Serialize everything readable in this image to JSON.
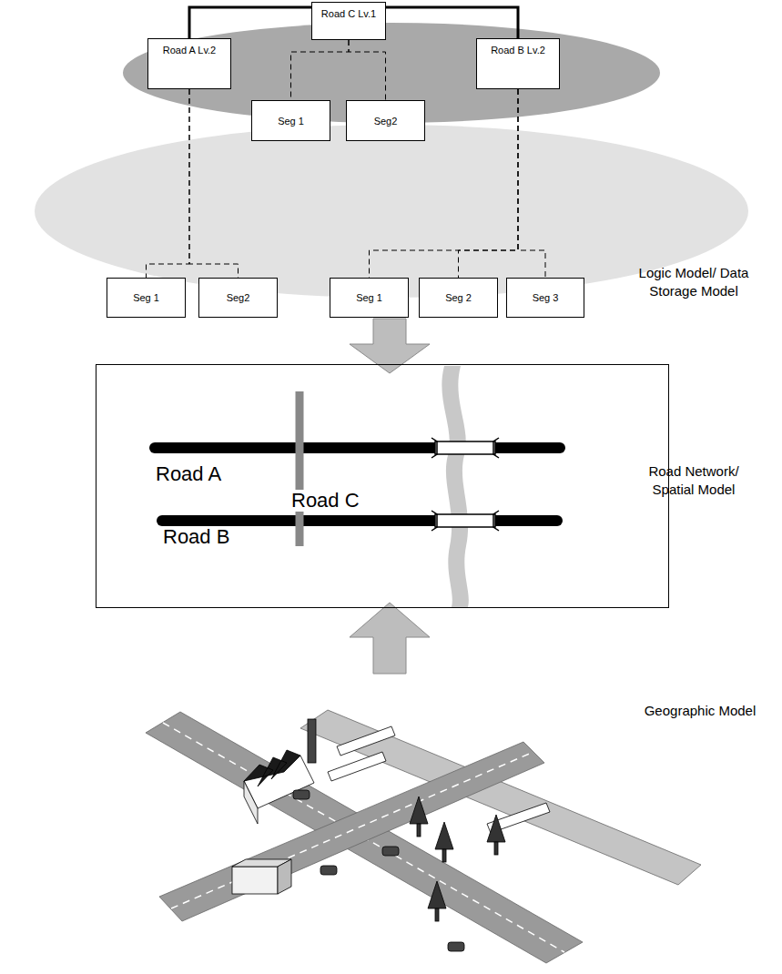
{
  "diagram": {
    "nodes": [
      {
        "text": [
          "Road C Lv.1"
        ]
      },
      {
        "text": [
          "Road A Lv.2"
        ]
      },
      {
        "text": [
          "Road B Lv.2"
        ]
      },
      {
        "text": [
          "Seg 1"
        ]
      },
      {
        "text": [
          "Seg2"
        ]
      },
      {
        "text": [
          "Seg 1"
        ]
      },
      {
        "text": [
          "Seg2"
        ]
      },
      {
        "text": [
          "Seg 1"
        ]
      },
      {
        "text": [
          "Seg 2"
        ]
      },
      {
        "text": [
          "Seg 3"
        ]
      },
      {
        "text": [
          "Road A",
          "Road C",
          "Road B"
        ]
      }
    ],
    "edges": [
      {
        "from": 0,
        "to": 1,
        "arrow": "none"
      },
      {
        "from": 0,
        "to": 2,
        "arrow": "none"
      },
      {
        "from": 0,
        "to": 3,
        "arrow": "none"
      },
      {
        "from": 0,
        "to": 4,
        "arrow": "none"
      },
      {
        "from": 1,
        "to": 5,
        "arrow": "none"
      },
      {
        "from": 1,
        "to": 6,
        "arrow": "none"
      },
      {
        "from": 2,
        "to": 7,
        "arrow": "none"
      },
      {
        "from": 2,
        "to": 8,
        "arrow": "none"
      },
      {
        "from": 2,
        "to": 9,
        "arrow": "none"
      }
    ],
    "labels": [
      "Logic Model/ Data Storage Model",
      "Road Network/ Spatial Model",
      "Geographic Model"
    ]
  }
}
